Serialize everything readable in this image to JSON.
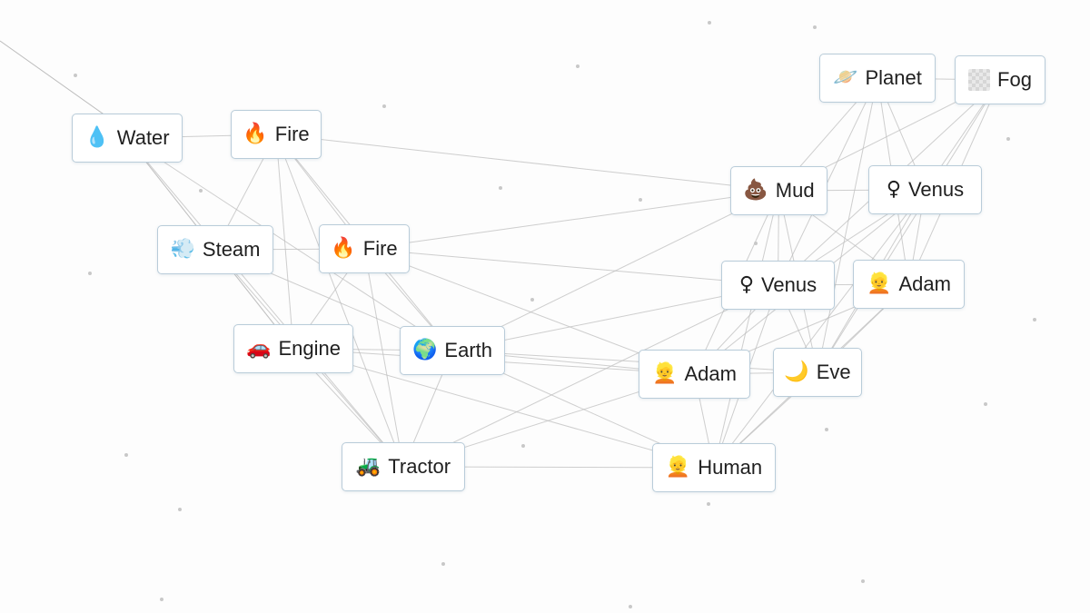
{
  "tiles": [
    {
      "id": "water",
      "label": "Water",
      "emoji": "💧",
      "icon": "water-drop-icon"
    },
    {
      "id": "fire1",
      "label": "Fire",
      "emoji": "🔥",
      "icon": "fire-icon"
    },
    {
      "id": "steam",
      "label": "Steam",
      "emoji": "💨",
      "icon": "steam-cloud-icon"
    },
    {
      "id": "fire2",
      "label": "Fire",
      "emoji": "🔥",
      "icon": "fire-icon"
    },
    {
      "id": "engine",
      "label": "Engine",
      "emoji": "🚗",
      "icon": "car-icon"
    },
    {
      "id": "earth",
      "label": "Earth",
      "emoji": "🌍",
      "icon": "globe-icon"
    },
    {
      "id": "tractor",
      "label": "Tractor",
      "emoji": "🚜",
      "icon": "tractor-icon"
    },
    {
      "id": "planet",
      "label": "Planet",
      "emoji": "🪐",
      "icon": "ringed-planet-icon"
    },
    {
      "id": "fog",
      "label": "Fog",
      "emoji": "",
      "icon": "fog-icon"
    },
    {
      "id": "mud",
      "label": "Mud",
      "emoji": "💩",
      "icon": "mud-pile-icon"
    },
    {
      "id": "venus1",
      "label": "Venus",
      "emoji": "♀",
      "icon": "venus-symbol-icon"
    },
    {
      "id": "venus2",
      "label": "Venus",
      "emoji": "♀",
      "icon": "venus-symbol-icon"
    },
    {
      "id": "adam1",
      "label": "Adam",
      "emoji": "👱",
      "icon": "man-face-icon"
    },
    {
      "id": "adam2",
      "label": "Adam",
      "emoji": "👱",
      "icon": "man-face-icon"
    },
    {
      "id": "eve",
      "label": "Eve",
      "emoji": "🌙",
      "icon": "crescent-moon-icon"
    },
    {
      "id": "human",
      "label": "Human",
      "emoji": "👱",
      "icon": "man-face-icon"
    }
  ],
  "connections": [
    [
      "water",
      "fire1"
    ],
    [
      "water",
      "steam"
    ],
    [
      "water",
      "engine"
    ],
    [
      "water",
      "earth"
    ],
    [
      "water",
      "tractor"
    ],
    [
      "fire1",
      "steam"
    ],
    [
      "fire1",
      "fire2"
    ],
    [
      "fire1",
      "engine"
    ],
    [
      "fire1",
      "earth"
    ],
    [
      "fire1",
      "tractor"
    ],
    [
      "fire1",
      "mud"
    ],
    [
      "steam",
      "fire2"
    ],
    [
      "steam",
      "engine"
    ],
    [
      "steam",
      "earth"
    ],
    [
      "steam",
      "tractor"
    ],
    [
      "fire2",
      "engine"
    ],
    [
      "fire2",
      "earth"
    ],
    [
      "fire2",
      "tractor"
    ],
    [
      "fire2",
      "venus2"
    ],
    [
      "fire2",
      "adam2"
    ],
    [
      "fire2",
      "mud"
    ],
    [
      "engine",
      "earth"
    ],
    [
      "engine",
      "tractor"
    ],
    [
      "engine",
      "adam2"
    ],
    [
      "engine",
      "human"
    ],
    [
      "earth",
      "tractor"
    ],
    [
      "earth",
      "adam2"
    ],
    [
      "earth",
      "human"
    ],
    [
      "earth",
      "venus2"
    ],
    [
      "earth",
      "mud"
    ],
    [
      "earth",
      "eve"
    ],
    [
      "tractor",
      "human"
    ],
    [
      "tractor",
      "adam2"
    ],
    [
      "tractor",
      "venus2"
    ],
    [
      "planet",
      "fog"
    ],
    [
      "planet",
      "mud"
    ],
    [
      "planet",
      "venus1"
    ],
    [
      "planet",
      "venus2"
    ],
    [
      "planet",
      "adam1"
    ],
    [
      "planet",
      "eve"
    ],
    [
      "fog",
      "venus1"
    ],
    [
      "fog",
      "mud"
    ],
    [
      "fog",
      "venus2"
    ],
    [
      "fog",
      "adam1"
    ],
    [
      "fog",
      "eve"
    ],
    [
      "mud",
      "venus1"
    ],
    [
      "mud",
      "venus2"
    ],
    [
      "mud",
      "adam1"
    ],
    [
      "mud",
      "adam2"
    ],
    [
      "mud",
      "eve"
    ],
    [
      "mud",
      "human"
    ],
    [
      "venus1",
      "venus2"
    ],
    [
      "venus1",
      "adam1"
    ],
    [
      "venus1",
      "adam2"
    ],
    [
      "venus1",
      "eve"
    ],
    [
      "venus1",
      "human"
    ],
    [
      "venus2",
      "adam1"
    ],
    [
      "venus2",
      "adam2"
    ],
    [
      "venus2",
      "eve"
    ],
    [
      "venus2",
      "human"
    ],
    [
      "adam1",
      "eve"
    ],
    [
      "adam1",
      "adam2"
    ],
    [
      "adam1",
      "human"
    ],
    [
      "adam2",
      "eve"
    ],
    [
      "adam2",
      "human"
    ],
    [
      "eve",
      "human"
    ]
  ],
  "colors": {
    "tile_border": "#b9ccd9",
    "line": "#bdbdbd",
    "dot": "#c8c8c8",
    "background": "#fdfdfd"
  }
}
